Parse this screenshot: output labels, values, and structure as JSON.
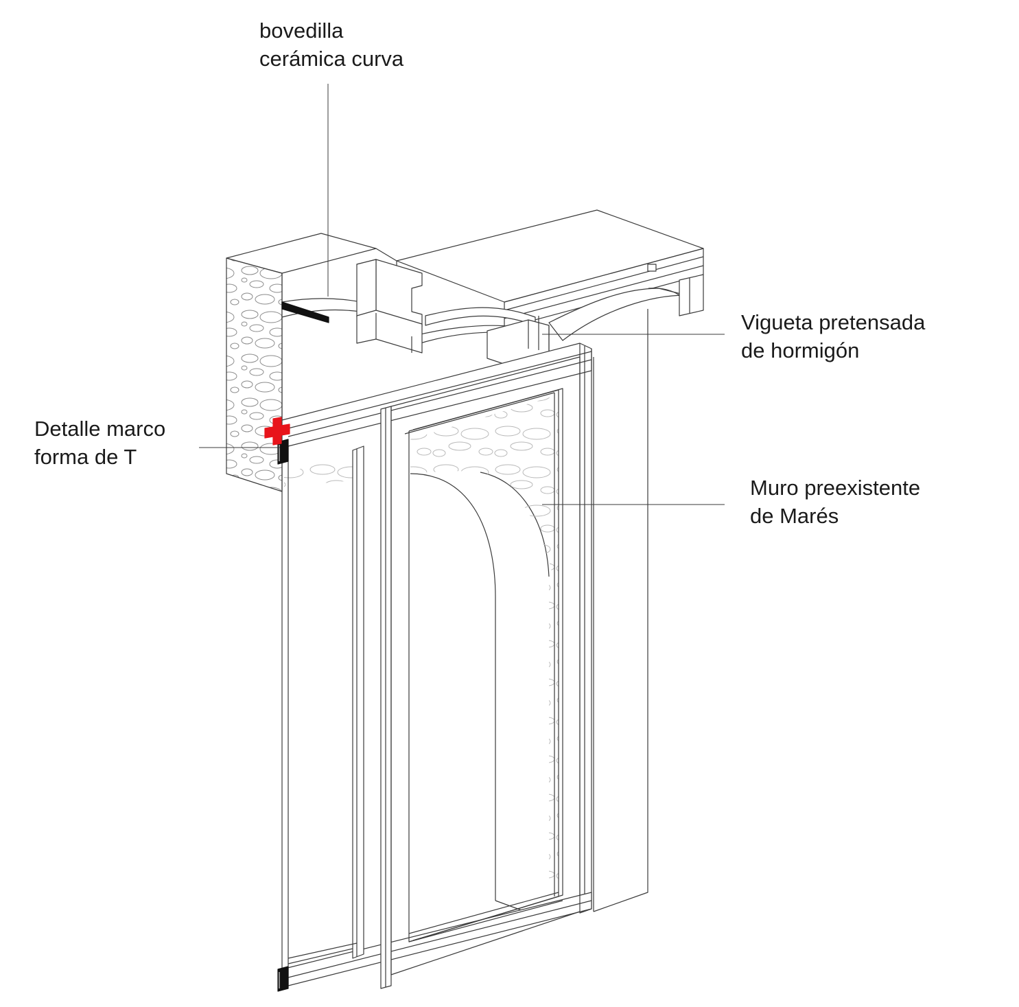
{
  "labels": {
    "bovedilla": {
      "line1": "bovedilla",
      "line2": "cerámica curva"
    },
    "vigueta": {
      "line1": "Vigueta pretensada",
      "line2": "de hormigón"
    },
    "marco": {
      "line1": "Detalle marco",
      "line2": "forma de T"
    },
    "muro": {
      "line1": "Muro preexistente",
      "line2": "de Marés"
    }
  },
  "colors": {
    "line": "#3a3a3a",
    "highlight": "#e8141b",
    "section": "#111111"
  }
}
